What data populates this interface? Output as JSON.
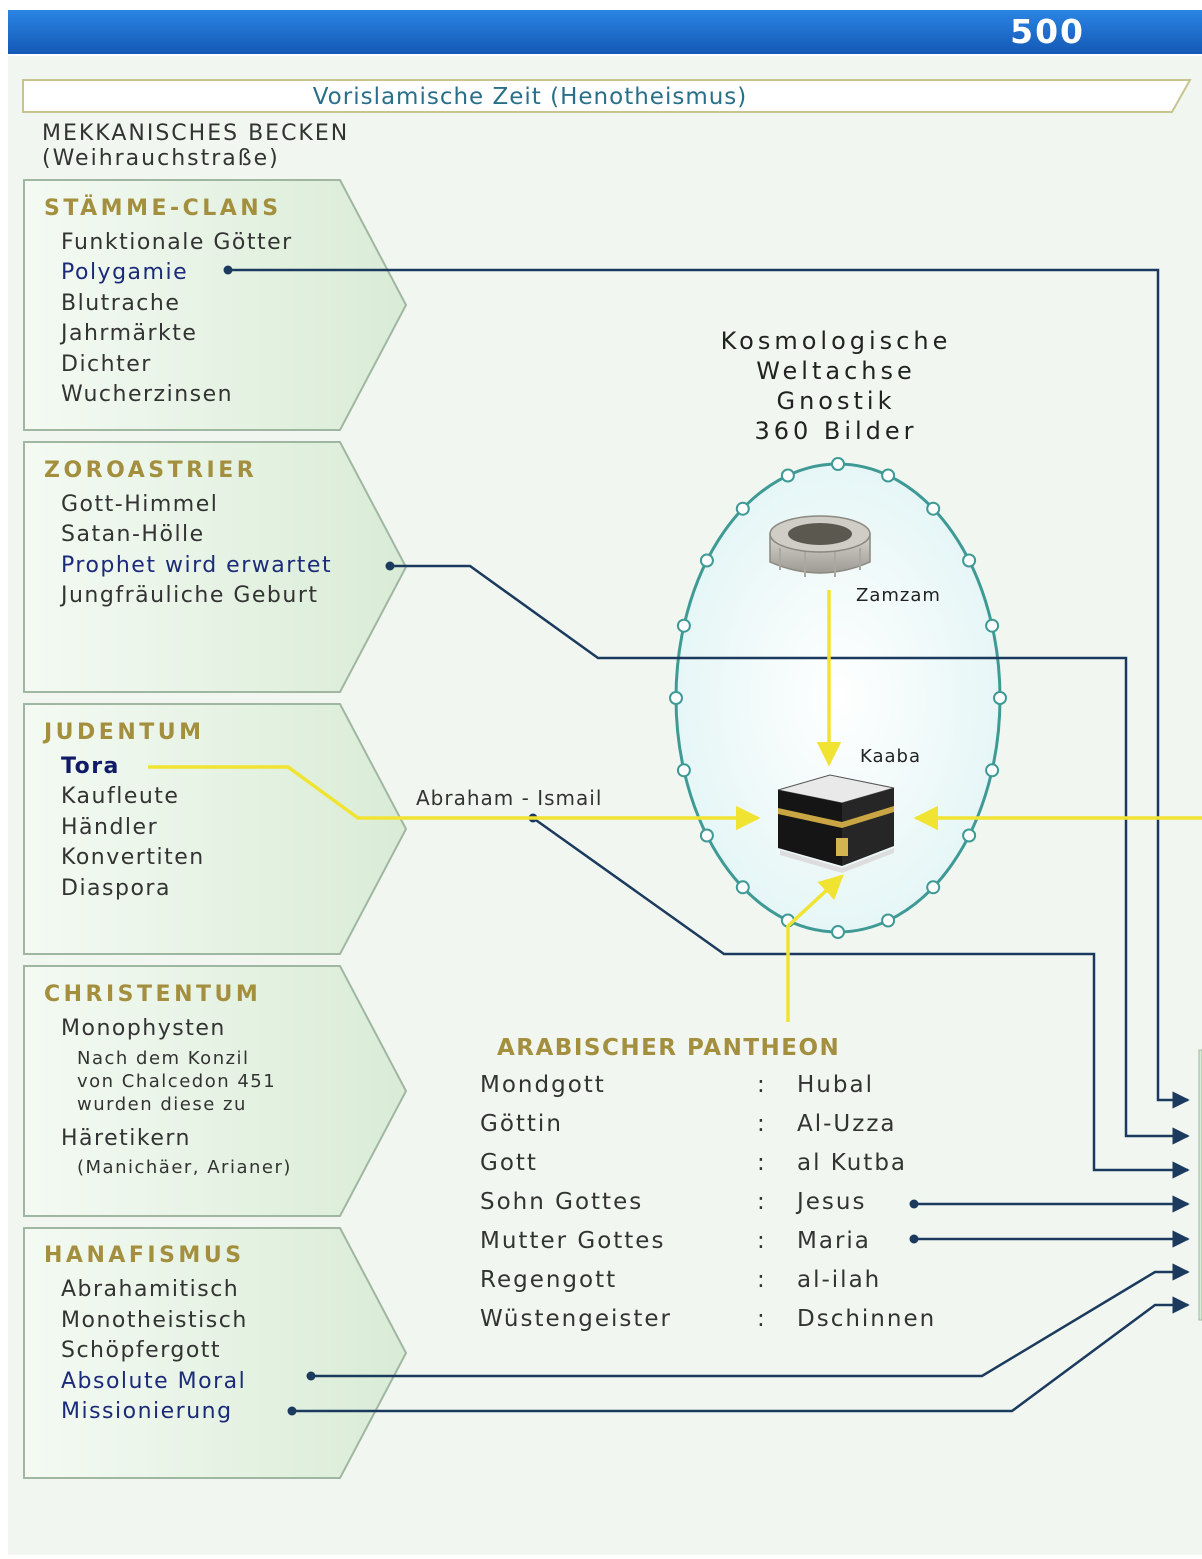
{
  "header": {
    "year": "500",
    "bar_color": "#1a6fd0"
  },
  "period_label": "Vorislamische Zeit (Henotheismus)",
  "region": {
    "line1": "MEKKANISCHES BECKEN",
    "line2": "(Weihrauchstraße)"
  },
  "panels": [
    {
      "title": "STÄMME-CLANS",
      "items": [
        "Funktionale Götter",
        "Polygamie",
        "Blutrache",
        "Jahrmärkte",
        "Dichter",
        "Wucherzinsen"
      ]
    },
    {
      "title": "ZOROASTRIER",
      "items": [
        "Gott-Himmel",
        "Satan-Hölle",
        "Prophet wird erwartet",
        "Jungfräuliche Geburt"
      ]
    },
    {
      "title": "JUDENTUM",
      "items": [
        "Tora",
        "Kaufleute",
        "Händler",
        "Konvertiten",
        "Diaspora"
      ]
    },
    {
      "title": "CHRISTENTUM",
      "items": [
        "Monophysten",
        "Nach dem Konzil",
        "von Chalcedon 451",
        "wurden diese zu",
        "Häretikern",
        "(Manichäer, Arianer)"
      ]
    },
    {
      "title": "HANAFISMUS",
      "items": [
        "Abrahamitisch",
        "Monotheistisch",
        "Schöpfergott",
        "Absolute Moral",
        "Missionierung"
      ]
    }
  ],
  "cosmology": {
    "lines": [
      "Kosmologische",
      "Weltachse",
      "Gnostik",
      "360 Bilder"
    ]
  },
  "well_label": "Zamzam",
  "kaaba_label": "Kaaba",
  "connector_label": "Abraham - Ismail",
  "pantheon": {
    "title": "ARABISCHER PANTHEON",
    "separator": ":",
    "rows": [
      {
        "role": "Mondgott",
        "name": "Hubal"
      },
      {
        "role": "Göttin",
        "name": "Al-Uzza"
      },
      {
        "role": "Gott",
        "name": "al Kutba"
      },
      {
        "role": "Sohn Gottes",
        "name": "Jesus"
      },
      {
        "role": "Mutter Gottes",
        "name": "Maria"
      },
      {
        "role": "Regengott",
        "name": "al-ilah"
      },
      {
        "role": "Wüstengeister",
        "name": "Dschinnen"
      }
    ]
  },
  "colors": {
    "panel_fill": "#e3f1e1",
    "background": "#f1f7f0",
    "navy_line": "#1b3a5e",
    "yellow_line": "#f1e332",
    "ellipse_stroke": "#3f9a96",
    "title_gold": "#a38f3e"
  }
}
